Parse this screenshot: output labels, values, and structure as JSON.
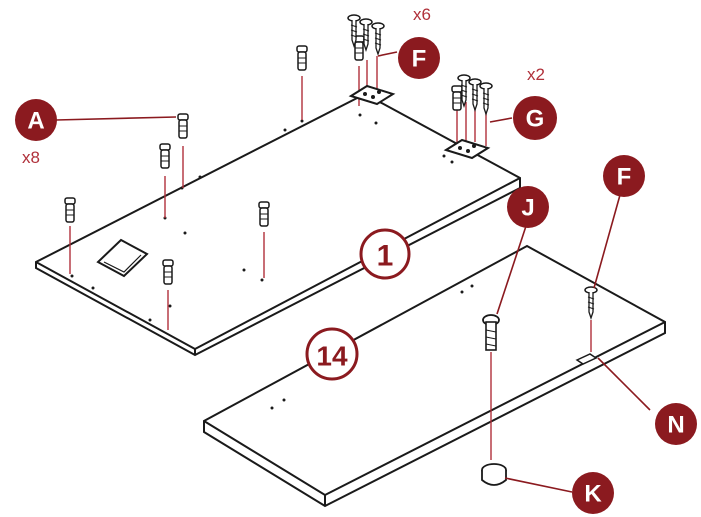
{
  "colors": {
    "accent": "#8b1a1f",
    "qty": "#b0303a",
    "line": "#1a1a1a",
    "panel": "#ffffff"
  },
  "callouts": {
    "A": {
      "label": "A",
      "qty": "x8"
    },
    "F_top": {
      "label": "F",
      "qty": "x6"
    },
    "G": {
      "label": "G",
      "qty": "x2"
    },
    "J": {
      "label": "J"
    },
    "F_side": {
      "label": "F"
    },
    "N": {
      "label": "N"
    },
    "K": {
      "label": "K"
    }
  },
  "panels": {
    "panel_1": {
      "number": "1"
    },
    "panel_14": {
      "number": "14"
    }
  }
}
